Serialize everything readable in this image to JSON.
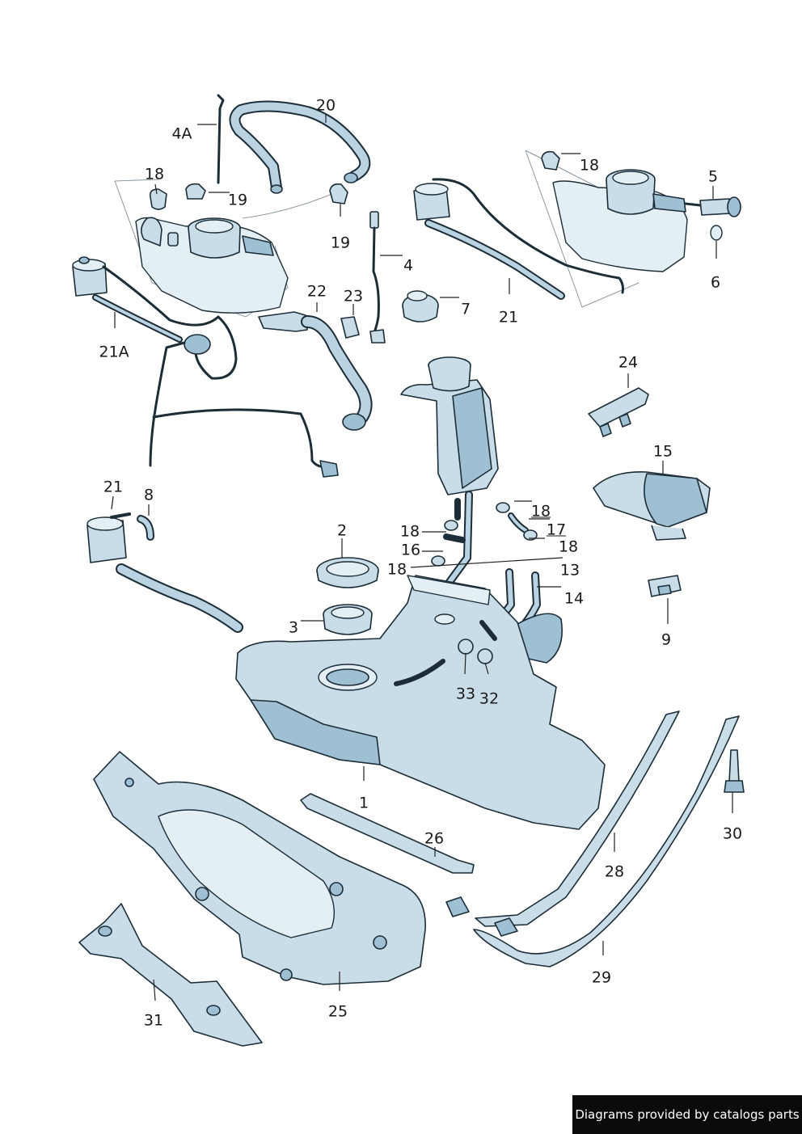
{
  "callouts": [
    {
      "id": "c-20",
      "text": "20"
    },
    {
      "id": "c-4a",
      "text": "4A"
    },
    {
      "id": "c-18a",
      "text": "18"
    },
    {
      "id": "c-19a",
      "text": "19"
    },
    {
      "id": "c-19b",
      "text": "19"
    },
    {
      "id": "c-4",
      "text": "4"
    },
    {
      "id": "c-22",
      "text": "22"
    },
    {
      "id": "c-23",
      "text": "23"
    },
    {
      "id": "c-7",
      "text": "7"
    },
    {
      "id": "c-21a",
      "text": "21A"
    },
    {
      "id": "c-18b",
      "text": "18"
    },
    {
      "id": "c-5",
      "text": "5"
    },
    {
      "id": "c-6",
      "text": "6"
    },
    {
      "id": "c-21b",
      "text": "21"
    },
    {
      "id": "c-24",
      "text": "24"
    },
    {
      "id": "c-15",
      "text": "15"
    },
    {
      "id": "c-21c",
      "text": "21"
    },
    {
      "id": "c-8",
      "text": "8"
    },
    {
      "id": "c-2",
      "text": "2"
    },
    {
      "id": "c-18c",
      "text": "18"
    },
    {
      "id": "c-18d",
      "text": "18"
    },
    {
      "id": "c-16",
      "text": "16"
    },
    {
      "id": "c-17",
      "text": "17"
    },
    {
      "id": "c-18e",
      "text": "18"
    },
    {
      "id": "c-18f",
      "text": "18"
    },
    {
      "id": "c-13",
      "text": "13"
    },
    {
      "id": "c-14",
      "text": "14"
    },
    {
      "id": "c-3",
      "text": "3"
    },
    {
      "id": "c-9",
      "text": "9"
    },
    {
      "id": "c-33",
      "text": "33"
    },
    {
      "id": "c-32",
      "text": "32"
    },
    {
      "id": "c-1",
      "text": "1"
    },
    {
      "id": "c-26",
      "text": "26"
    },
    {
      "id": "c-28",
      "text": "28"
    },
    {
      "id": "c-30",
      "text": "30"
    },
    {
      "id": "c-29",
      "text": "29"
    },
    {
      "id": "c-25",
      "text": "25"
    },
    {
      "id": "c-31",
      "text": "31"
    }
  ],
  "credit": "Diagrams provided by catalogs parts"
}
